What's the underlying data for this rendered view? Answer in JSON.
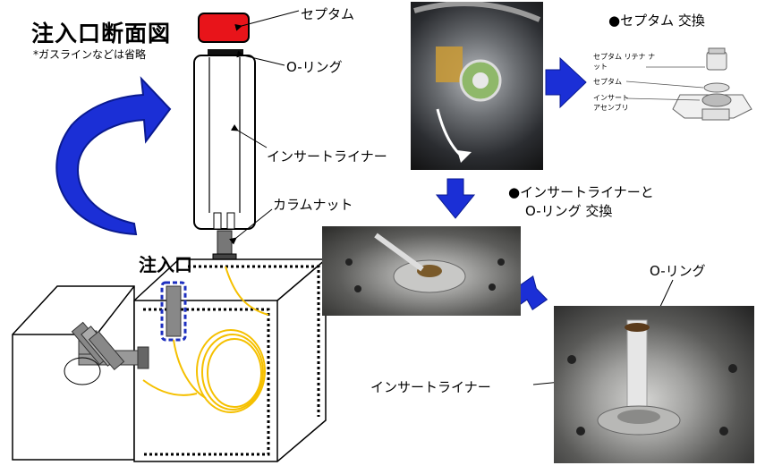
{
  "title": "注入口断面図",
  "note": "*ガスラインなどは省略",
  "labels": {
    "septum": "セプタム",
    "o_ring": "O-リング",
    "insert_liner": "インサートライナー",
    "column_nut": "カラムナット",
    "inlet": "注入口"
  },
  "steps": {
    "septum_exchange": "●セプタム 交換",
    "liner_exchange_line1": "●インサートライナーと",
    "liner_exchange_line2": "O-リング 交換"
  },
  "exploded_view": {
    "retainer_nut": "セプタム リテナ ナット",
    "septum": "セプタム",
    "insert_assembly": "インサート アセンブリ"
  },
  "photo_labels": {
    "o_ring": "O-リング",
    "insert_liner": "インサートライナー"
  },
  "colors": {
    "septum_red": "#e8141a",
    "arrow_blue": "#1b2fd6",
    "column_yellow": "#f5c000",
    "dashed_blue": "#1d2fbf"
  }
}
